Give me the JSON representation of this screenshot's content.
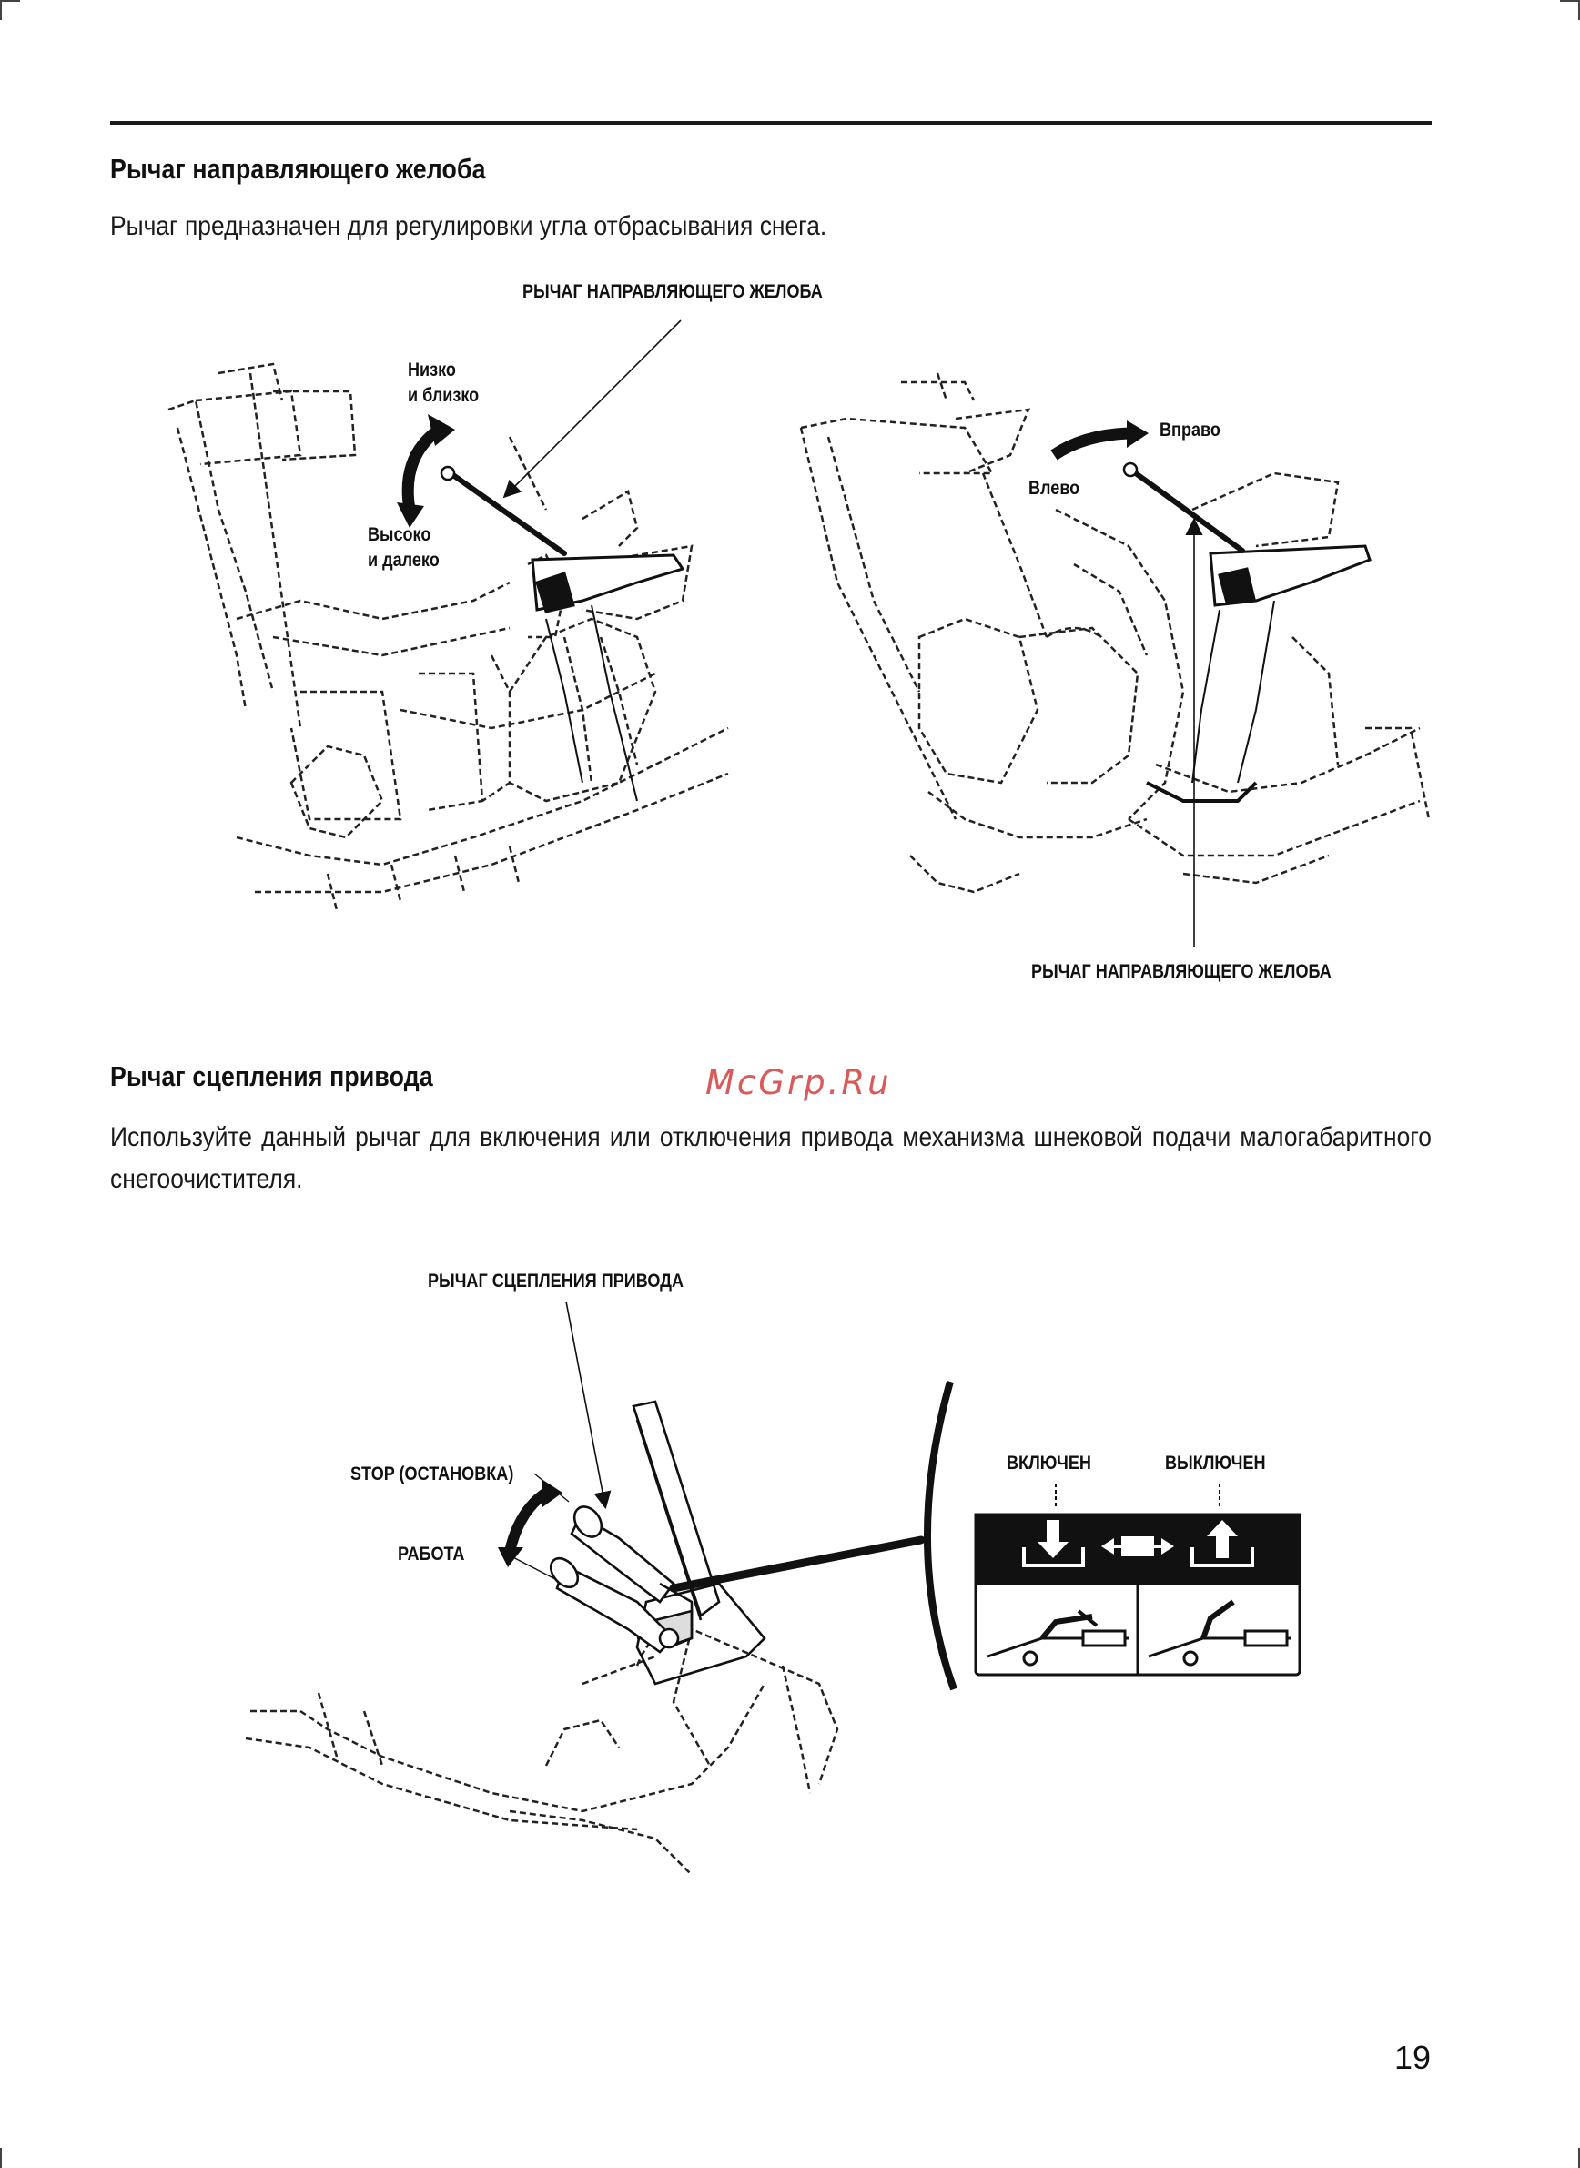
{
  "section1": {
    "heading": "Рычаг направляющего желоба",
    "text": "Рычаг предназначен для регулировки угла отбрасывания снега.",
    "figure": {
      "callout_top": "РЫЧАГ НАПРАВЛЯЮЩЕГО ЖЕЛОБА",
      "low_close_line1": "Низко",
      "low_close_line2": "и близко",
      "high_far_line1": "Высоко",
      "high_far_line2": "и далеко",
      "right": "Вправо",
      "left": "Влево",
      "callout_bottom": "РЫЧАГ НАПРАВЛЯЮЩЕГО ЖЕЛОБА"
    }
  },
  "watermark": "McGrp.Ru",
  "section2": {
    "heading": "Рычаг сцепления привода",
    "text": "Используйте данный рычаг для включения или отключения привода механизма шнековой подачи малогабаритного снегоочистителя.",
    "figure": {
      "callout": "РЫЧАГ СЦЕПЛЕНИЯ ПРИВОДА",
      "stop": "STOP (ОСТАНОВКА)",
      "work": "РАБОТА",
      "on": "ВКЛЮЧЕН",
      "off": "ВЫКЛЮЧЕН"
    }
  },
  "page_number": "19"
}
